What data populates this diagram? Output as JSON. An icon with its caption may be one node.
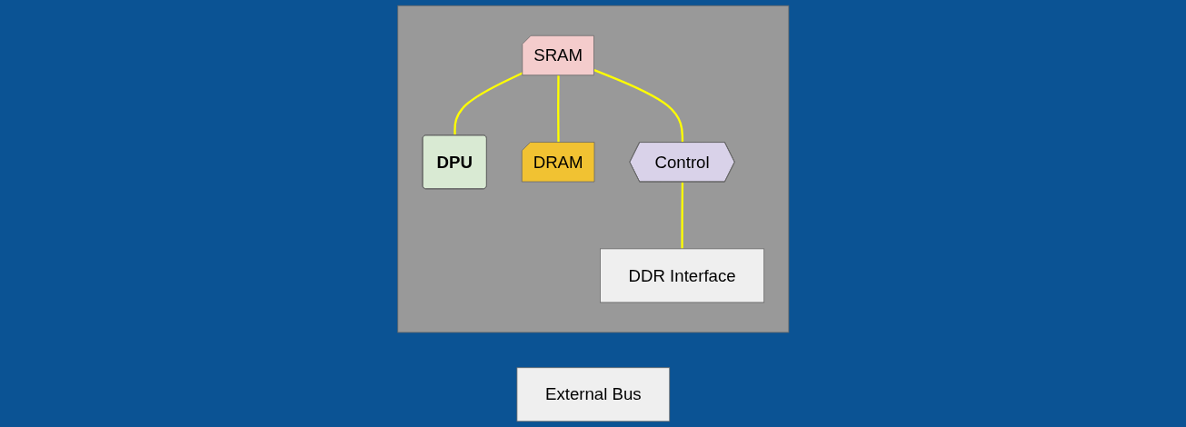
{
  "diagram": {
    "nodes": [
      {
        "text": [],
        "shape": "box"
      },
      {
        "text": [
          "SRAM"
        ],
        "in": 0
      },
      {
        "text": [
          "DPU"
        ],
        "in": 0
      },
      {
        "text": [
          "Control"
        ],
        "in": 0
      },
      {
        "text": [
          "DRAM"
        ],
        "in": 0
      },
      {
        "text": [
          "DDR Interface"
        ],
        "in": 0
      },
      {
        "text": [
          "External Bus"
        ]
      }
    ],
    "edges": [
      {
        "from": 1,
        "to": 2,
        "arrow": "none"
      },
      {
        "from": 1,
        "to": 4,
        "arrow": "none"
      },
      {
        "from": 1,
        "to": 3,
        "arrow": "none"
      },
      {
        "from": 3,
        "to": 5,
        "arrow": "none"
      }
    ]
  }
}
